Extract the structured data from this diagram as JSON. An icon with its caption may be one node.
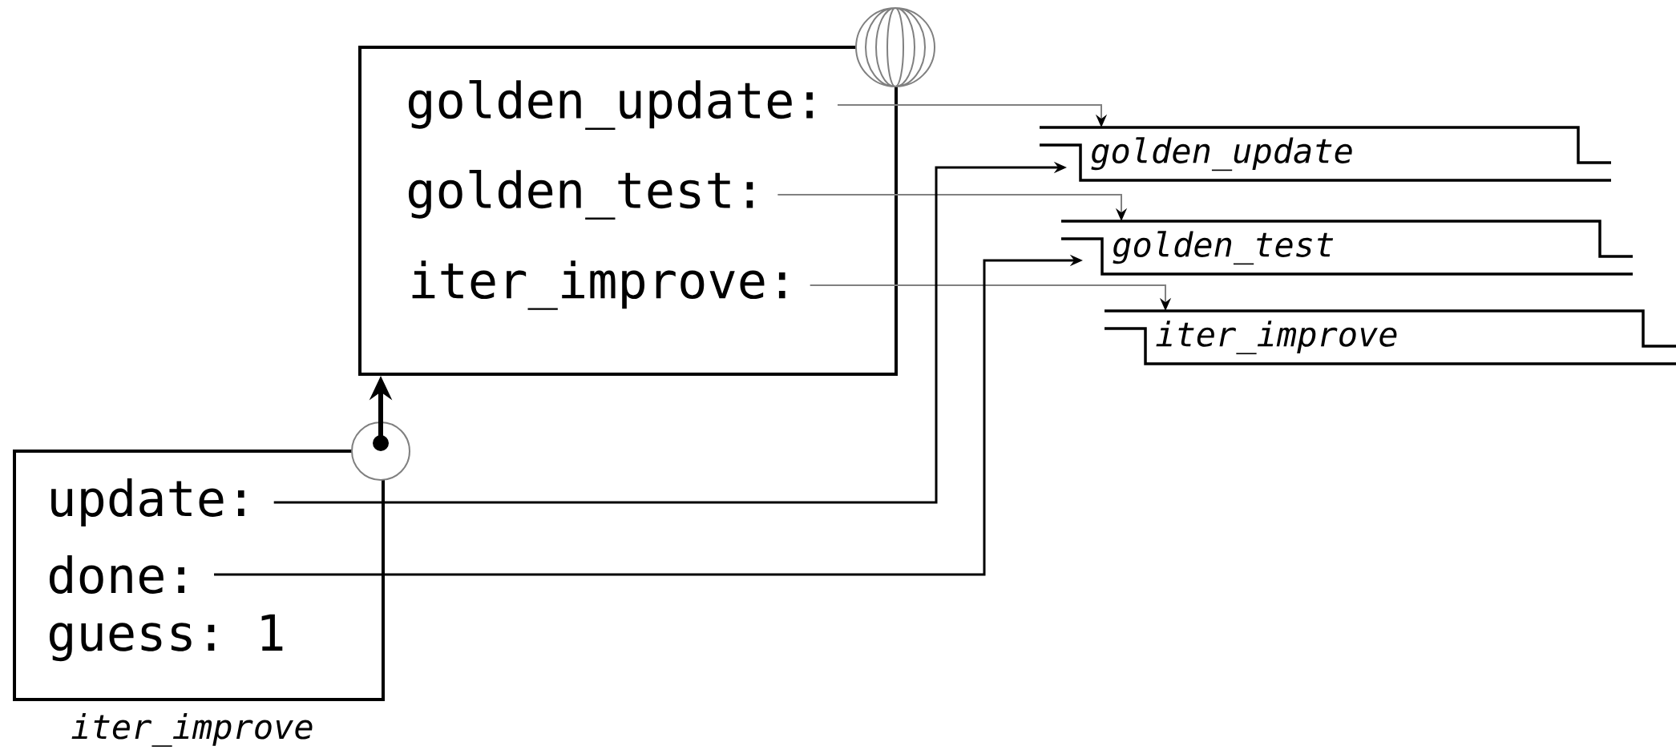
{
  "diagram": {
    "nodes": [
      {
        "text": [],
        "shape": "box"
      },
      {
        "text": [
          "golden_update:"
        ],
        "in": 0
      },
      {
        "text": [
          "golden_test:"
        ],
        "in": 0
      },
      {
        "text": [
          "iter_improve:"
        ],
        "in": 0
      },
      {
        "text": [
          "golden_update"
        ]
      },
      {
        "text": [
          "golden_test"
        ]
      },
      {
        "text": [
          "iter_improve"
        ]
      },
      {
        "text": [
          "iter_improve"
        ]
      },
      {
        "text": [
          "update:"
        ],
        "in": 7
      },
      {
        "text": [
          "done:"
        ],
        "in": 7
      },
      {
        "text": [
          "guess:",
          "1"
        ],
        "in": 7
      },
      {
        "text": [],
        "shape": "circle"
      }
    ],
    "edges": [
      {
        "from": 1,
        "to": 4,
        "arrow": "to",
        "color": "#808080"
      },
      {
        "from": 2,
        "to": 5,
        "arrow": "to",
        "color": "#808080"
      },
      {
        "from": 3,
        "to": 6,
        "arrow": "to",
        "color": "#808080"
      },
      {
        "from": 8,
        "to": 4,
        "arrow": "to",
        "color": "#000000"
      },
      {
        "from": 9,
        "to": 5,
        "arrow": "to",
        "color": "#000000"
      },
      {
        "from": 11,
        "to": 0,
        "arrow": "to",
        "style": "thick",
        "color": "#000000"
      }
    ]
  }
}
